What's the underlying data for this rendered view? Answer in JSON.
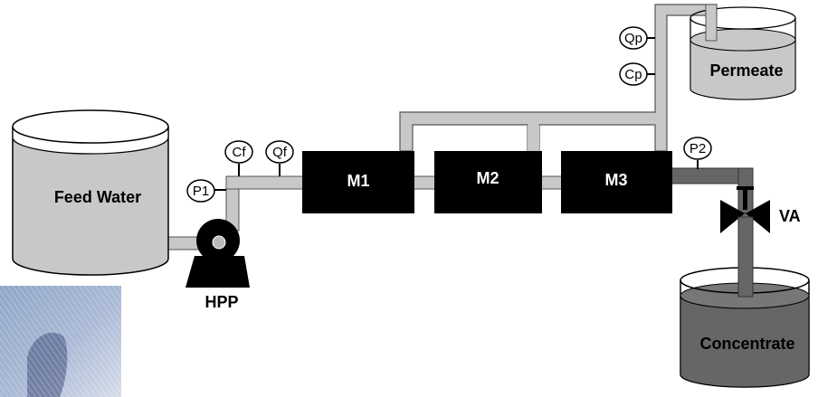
{
  "tanks": {
    "feed": "Feed Water",
    "permeate": "Permeate",
    "concentrate": "Concentrate"
  },
  "pump": "HPP",
  "valve": "VA",
  "modules": [
    "M1",
    "M2",
    "M3"
  ],
  "sensors": {
    "p1": "P1",
    "cf": "Cf",
    "qf": "Qf",
    "p2": "P2",
    "qp": "Qp",
    "cp": "Cp"
  },
  "colors": {
    "pipe": "#c8c8c8",
    "concentrate_pipe": "#666666",
    "module": "#000000",
    "tank_fill": "#c8c8c8",
    "concentrate_fill": "#666666"
  }
}
